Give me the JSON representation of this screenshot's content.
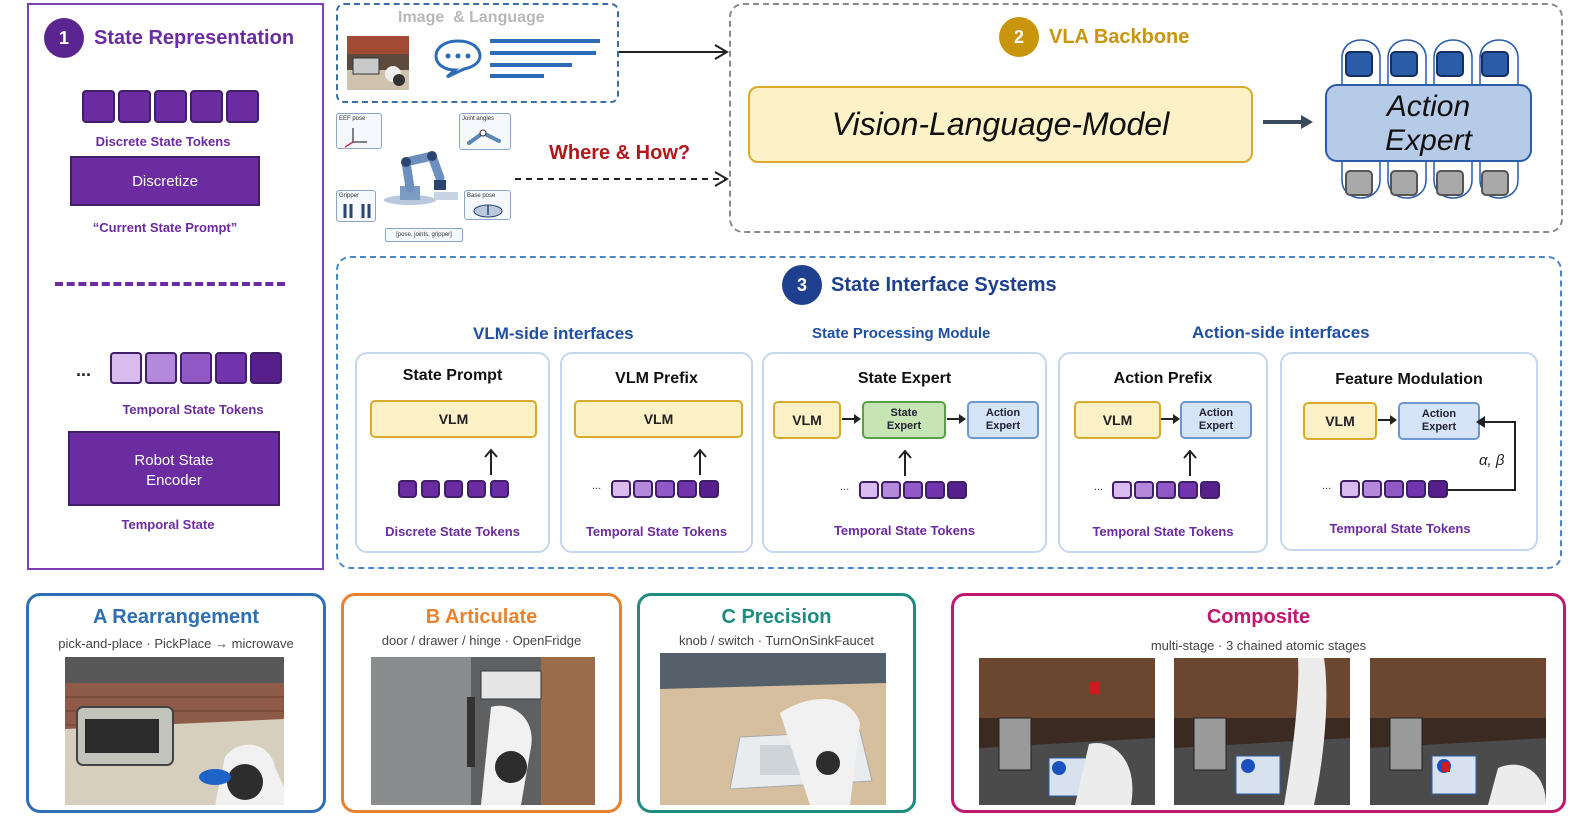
{
  "state_representation": {
    "number": "1",
    "title": "State Representation",
    "discrete_tokens_label": "Discrete State Tokens",
    "discretize_label": "Discretize",
    "current_state_prompt": "“Current State Prompt”",
    "ellipsis": "...",
    "temporal_tokens_label": "Temporal State Tokens",
    "encoder_line1": "Robot State",
    "encoder_line2": "Encoder",
    "temporal_state_label": "Temporal State"
  },
  "input": {
    "image_language_label": "Image  & Language",
    "where_how": "Where & How?",
    "robot_labels": {
      "eef_pose": "EEF pose",
      "joint_angles": "Joint angles",
      "gripper": "Gripper",
      "base_pose": "Base pose",
      "state_vector": "[pose, joints, gripper]"
    }
  },
  "vla_backbone": {
    "number": "2",
    "title": "VLA Backbone",
    "vlm_label": "Vision-Language-Model",
    "action_expert_line1": "Action",
    "action_expert_line2": "Expert"
  },
  "state_interface": {
    "number": "3",
    "title": "State Interface Systems",
    "group_labels": {
      "vlm_side": "VLM-side interfaces",
      "processing": "State Processing Module",
      "action_side": "Action-side interfaces"
    },
    "panels": [
      {
        "title": "State Prompt",
        "vlm": "VLM",
        "tokens": "Discrete State Tokens"
      },
      {
        "title": "VLM Prefix",
        "vlm": "VLM",
        "ellipsis": "...",
        "tokens": "Temporal State Tokens"
      },
      {
        "title": "State Expert",
        "vlm": "VLM",
        "state_expert_1": "State",
        "state_expert_2": "Expert",
        "action_expert_1": "Action",
        "action_expert_2": "Expert",
        "ellipsis": "...",
        "tokens": "Temporal State Tokens"
      },
      {
        "title": "Action Prefix",
        "vlm": "VLM",
        "action_expert_1": "Action",
        "action_expert_2": "Expert",
        "ellipsis": "...",
        "tokens": "Temporal State Tokens"
      },
      {
        "title": "Feature Modulation",
        "vlm": "VLM",
        "action_expert_1": "Action",
        "action_expert_2": "Expert",
        "alpha_beta": "α, β",
        "ellipsis": "...",
        "tokens": "Temporal State Tokens"
      }
    ]
  },
  "tasks": [
    {
      "title": "A Rearrangement",
      "subtitle": "pick-and-place · PickPlace → microwave",
      "color": "#2e6fb4"
    },
    {
      "title": "B Articulate",
      "subtitle": "door / drawer / hinge · OpenFridge",
      "color": "#e9822f"
    },
    {
      "title": "C Precision",
      "subtitle": "knob / switch · TurnOnSinkFaucet",
      "color": "#1e8c7e"
    },
    {
      "title": "Composite",
      "subtitle": "multi-stage · 3 chained atomic stages",
      "color": "#c2176f"
    }
  ],
  "colors": {
    "purple": "#6a2ca0",
    "gold": "#c9950c",
    "navy": "#1f3f8f",
    "dashed_blue": "#4a86c8"
  }
}
